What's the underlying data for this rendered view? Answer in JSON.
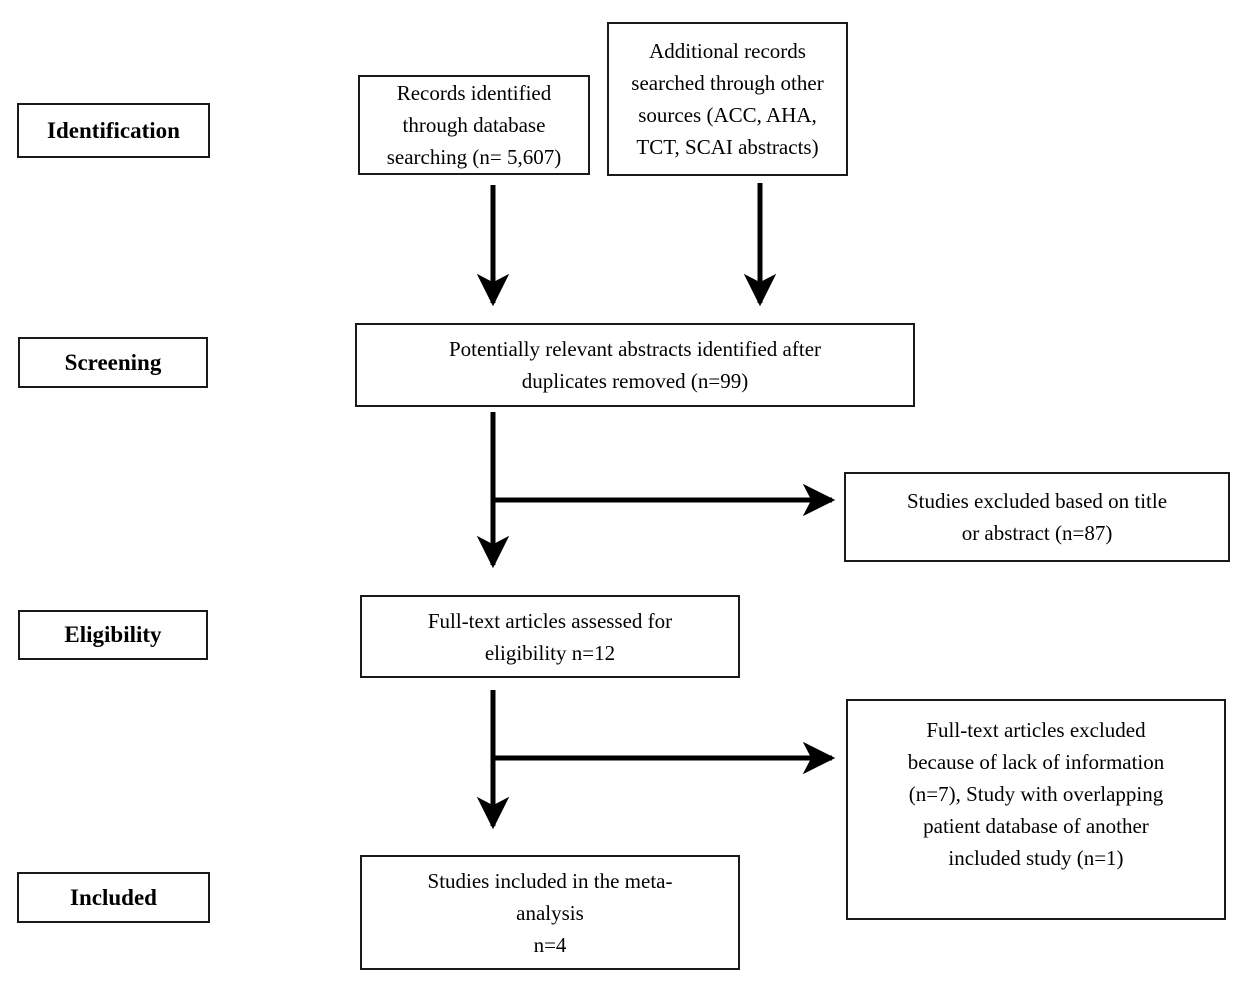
{
  "flowchart": {
    "stages": {
      "identification": "Identification",
      "screening": "Screening",
      "eligibility": "Eligibility",
      "included": "Included"
    },
    "boxes": {
      "records": "Records identified\nthrough database\nsearching (n= 5,607)",
      "additional_records": "Additional records\nsearched through other\nsources (ACC, AHA,\nTCT, SCAI abstracts)",
      "duplicates_removed": "Potentially relevant abstracts identified after\nduplicates removed (n=99)",
      "excluded_title_abstract": "Studies excluded based on title\nor abstract (n=87)",
      "fulltext_assessed": "Full-text articles assessed for\neligibility n=12",
      "fulltext_excluded": "Full-text articles excluded\nbecause of lack of information\n(n=7), Study with overlapping\npatient database of another\nincluded study (n=1)",
      "included_studies": "Studies included in the meta-\nanalysis\nn=4"
    },
    "counts": {
      "records_identified": "5,607",
      "after_duplicates_removed": 99,
      "excluded_title_or_abstract": 87,
      "fulltext_assessed": 12,
      "fulltext_excluded_lack_of_information": 7,
      "fulltext_excluded_overlapping_database": 1,
      "included_in_meta_analysis": 4
    },
    "colors": {
      "border": "#1a1a1a",
      "arrow": "#000000",
      "text": "#000000",
      "background": "#ffffff"
    }
  }
}
